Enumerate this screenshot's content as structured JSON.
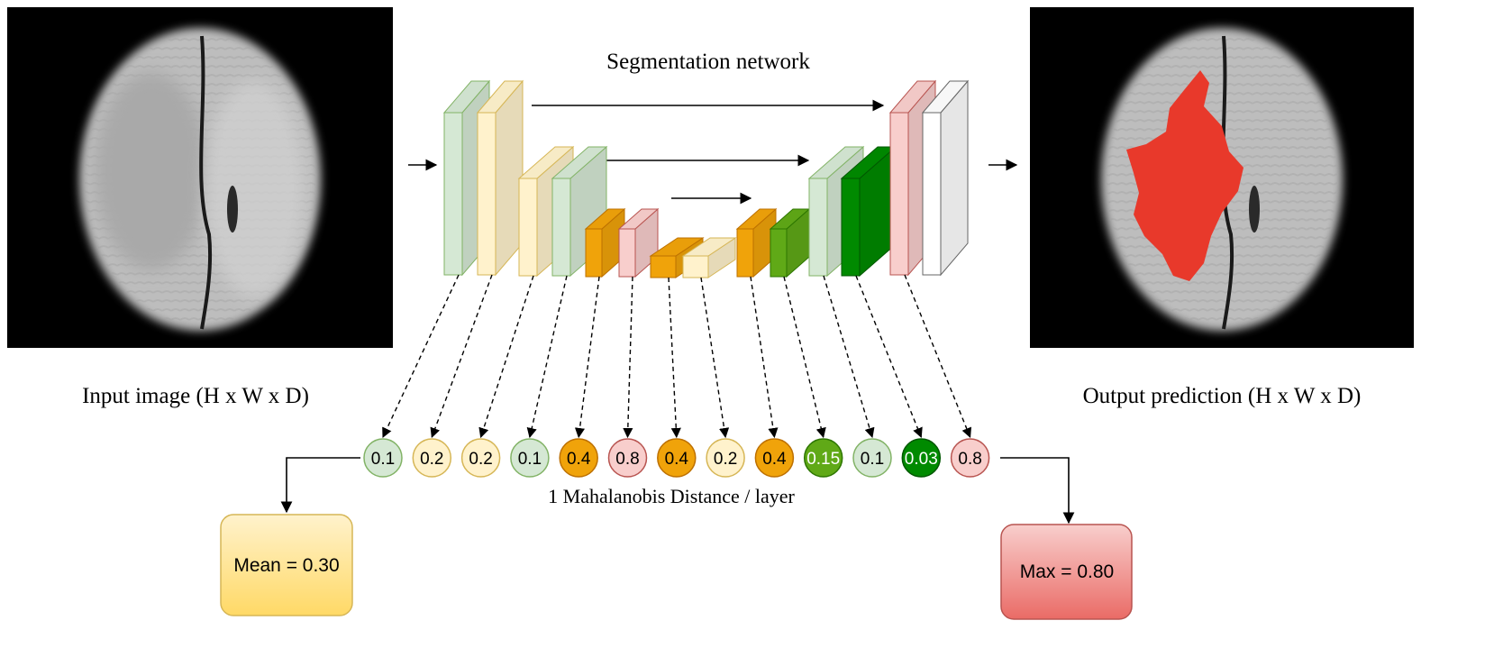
{
  "title": "Segmentation network",
  "input_label": "Input image (H x W x D)",
  "output_label": "Output prediction (H x W x D)",
  "distance_label": "1 Mahalanobis Distance / layer",
  "mean_box": {
    "label": "Mean = 0.30"
  },
  "max_box": {
    "label": "Max = 0.80"
  },
  "colors": {
    "light_green": "#d5e8d4",
    "light_yellow": "#fff2cc",
    "orange": "#f0a30a",
    "pink": "#f8cecc",
    "green": "#60a917",
    "dark_green": "#008a00",
    "white": "#ffffff",
    "mean_fill": "#ffe07a",
    "max_fill": "#f08080"
  },
  "layer_values": [
    {
      "value": "0.1",
      "color": "light_green"
    },
    {
      "value": "0.2",
      "color": "light_yellow"
    },
    {
      "value": "0.2",
      "color": "light_yellow"
    },
    {
      "value": "0.1",
      "color": "light_green"
    },
    {
      "value": "0.4",
      "color": "orange"
    },
    {
      "value": "0.8",
      "color": "pink"
    },
    {
      "value": "0.4",
      "color": "orange"
    },
    {
      "value": "0.2",
      "color": "light_yellow"
    },
    {
      "value": "0.4",
      "color": "orange"
    },
    {
      "value": "0.15",
      "color": "green"
    },
    {
      "value": "0.1",
      "color": "light_green"
    },
    {
      "value": "0.03",
      "color": "dark_green"
    },
    {
      "value": "0.8",
      "color": "pink"
    }
  ],
  "network_blocks": [
    {
      "color": "light_green"
    },
    {
      "color": "light_yellow"
    },
    {
      "color": "light_yellow"
    },
    {
      "color": "light_green"
    },
    {
      "color": "orange"
    },
    {
      "color": "pink"
    },
    {
      "color": "orange"
    },
    {
      "color": "light_yellow"
    },
    {
      "color": "orange"
    },
    {
      "color": "green"
    },
    {
      "color": "light_green"
    },
    {
      "color": "dark_green"
    },
    {
      "color": "pink"
    },
    {
      "color": "white"
    }
  ]
}
